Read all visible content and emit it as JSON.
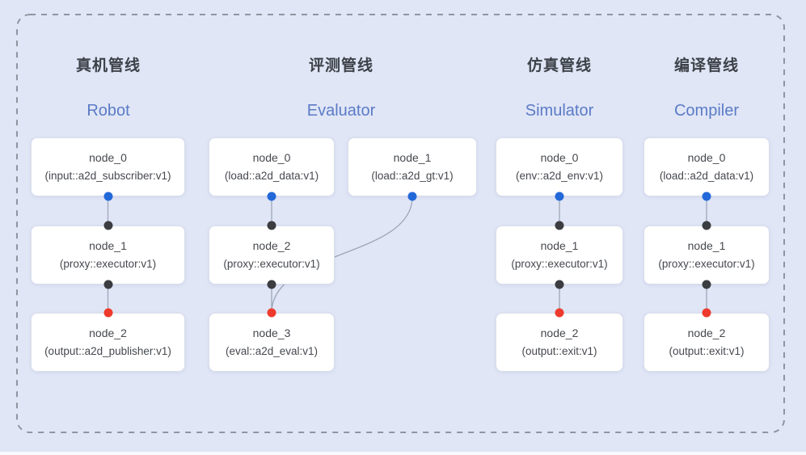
{
  "colors": {
    "background": "#e0e6f6",
    "frame_dash": "#8e95a0",
    "box_background": "#ffffff",
    "box_border": "#d9dee9",
    "edge_line": "#9ca6b8",
    "dot_blue": "#2368d9",
    "dot_black": "#3b3d41",
    "dot_red": "#ee3a2c",
    "title_zh_color": "#3d4148",
    "title_en_color": "#5b7bc6",
    "node_text_color": "#45484e"
  },
  "pipelines": [
    {
      "id": "robot",
      "title_zh": "真机管线",
      "title_en": "Robot",
      "nodes": [
        {
          "name": "node_0",
          "type": "(input::a2d_subscriber:v1)"
        },
        {
          "name": "node_1",
          "type": "(proxy::executor:v1)"
        },
        {
          "name": "node_2",
          "type": "(output::a2d_publisher:v1)"
        }
      ]
    },
    {
      "id": "evaluator",
      "title_zh": "评测管线",
      "title_en": "Evaluator",
      "nodes": [
        {
          "name": "node_0",
          "type": "(load::a2d_data:v1)"
        },
        {
          "name": "node_1",
          "type": "(load::a2d_gt:v1)"
        },
        {
          "name": "node_2",
          "type": "(proxy::executor:v1)"
        },
        {
          "name": "node_3",
          "type": "(eval::a2d_eval:v1)"
        }
      ]
    },
    {
      "id": "simulator",
      "title_zh": "仿真管线",
      "title_en": "Simulator",
      "nodes": [
        {
          "name": "node_0",
          "type": "(env::a2d_env:v1)"
        },
        {
          "name": "node_1",
          "type": "(proxy::executor:v1)"
        },
        {
          "name": "node_2",
          "type": "(output::exit:v1)"
        }
      ]
    },
    {
      "id": "compiler",
      "title_zh": "编译管线",
      "title_en": "Compiler",
      "nodes": [
        {
          "name": "node_0",
          "type": "(load::a2d_data:v1)"
        },
        {
          "name": "node_1",
          "type": "(proxy::executor:v1)"
        },
        {
          "name": "node_2",
          "type": "(output::exit:v1)"
        }
      ]
    }
  ]
}
